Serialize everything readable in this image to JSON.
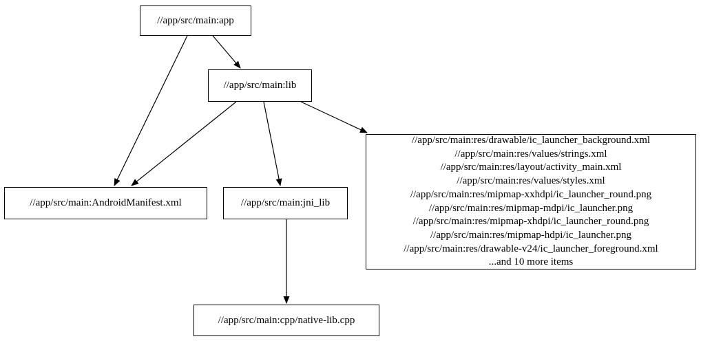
{
  "nodes": {
    "app": {
      "label": "//app/src/main:app"
    },
    "lib": {
      "label": "//app/src/main:lib"
    },
    "android_manifest": {
      "label": "//app/src/main:AndroidManifest.xml"
    },
    "jni_lib": {
      "label": "//app/src/main:jni_lib"
    },
    "resources": {
      "lines": [
        "//app/src/main:res/drawable/ic_launcher_background.xml",
        "//app/src/main:res/values/strings.xml",
        "//app/src/main:res/layout/activity_main.xml",
        "//app/src/main:res/values/styles.xml",
        "//app/src/main:res/mipmap-xxhdpi/ic_launcher_round.png",
        "//app/src/main:res/mipmap-mdpi/ic_launcher.png",
        "//app/src/main:res/mipmap-xhdpi/ic_launcher_round.png",
        "//app/src/main:res/mipmap-hdpi/ic_launcher.png",
        "//app/src/main:res/drawable-v24/ic_launcher_foreground.xml",
        "...and 10 more items"
      ]
    },
    "native_lib": {
      "label": "//app/src/main:cpp/native-lib.cpp"
    }
  },
  "edges": [
    {
      "from": "//app/src/main:app",
      "to": "//app/src/main:AndroidManifest.xml"
    },
    {
      "from": "//app/src/main:app",
      "to": "//app/src/main:lib"
    },
    {
      "from": "//app/src/main:lib",
      "to": "//app/src/main:AndroidManifest.xml"
    },
    {
      "from": "//app/src/main:lib",
      "to": "//app/src/main:jni_lib"
    },
    {
      "from": "//app/src/main:lib",
      "to": "resources-group"
    },
    {
      "from": "//app/src/main:jni_lib",
      "to": "//app/src/main:cpp/native-lib.cpp"
    }
  ],
  "colors": {
    "background": "#ffffff",
    "node_fill": "#ffffff",
    "node_border": "#000000",
    "edge": "#000000",
    "text": "#000000"
  }
}
